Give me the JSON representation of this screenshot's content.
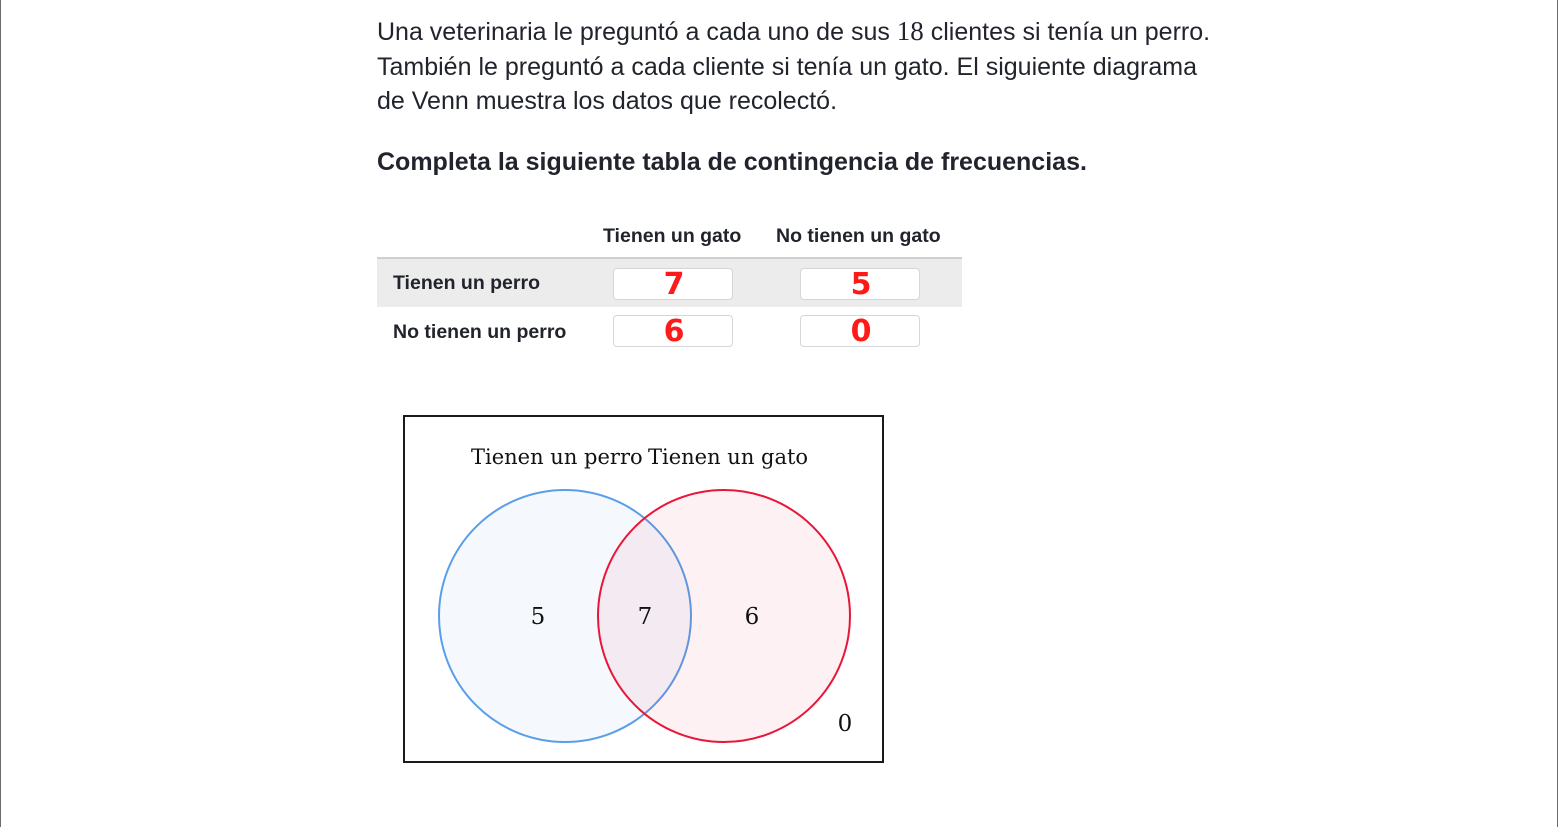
{
  "prompt": {
    "line1_a": "Una veterinaria le preguntó a cada uno de sus ",
    "line1_num": "18",
    "line1_b": " clientes si tenía un perro.",
    "line2": "También le preguntó a cada cliente si tenía un gato. El siguiente diagrama",
    "line3": "de Venn muestra los datos que recolectó."
  },
  "instruction": "Completa la siguiente tabla de contingencia de frecuencias.",
  "table": {
    "col_headers": [
      "Tienen un gato",
      "No tienen un gato"
    ],
    "rows": [
      {
        "label": "Tienen un perro",
        "values": [
          "7",
          "5"
        ]
      },
      {
        "label": "No tienen un perro",
        "values": [
          "6",
          "0"
        ]
      }
    ]
  },
  "venn": {
    "set_labels": [
      "Tienen un perro",
      "Tienen un gato"
    ],
    "only_dog": "5",
    "both": "7",
    "only_cat": "6",
    "neither": "0"
  },
  "colors": {
    "dog_circle": "#5b9ee8",
    "cat_circle": "#e8173a",
    "handwriting": "#ff1a1a"
  }
}
